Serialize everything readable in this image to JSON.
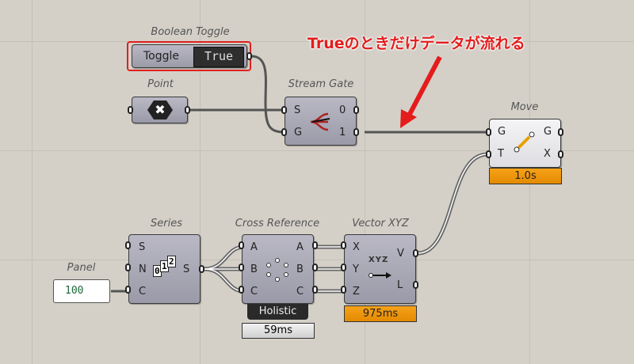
{
  "annotation": "Trueのときだけデータが流れる",
  "nodes": {
    "boolean_toggle": {
      "title": "Boolean Toggle",
      "label": "Toggle",
      "value": "True"
    },
    "point": {
      "title": "Point"
    },
    "stream_gate": {
      "title": "Stream Gate",
      "inputs": [
        "S",
        "G"
      ],
      "outputs": [
        "0",
        "1"
      ]
    },
    "move": {
      "title": "Move",
      "inputs": [
        "G",
        "T"
      ],
      "outputs": [
        "G",
        "X"
      ],
      "time": "1.0s"
    },
    "series": {
      "title": "Series",
      "inputs": [
        "S",
        "N",
        "C"
      ],
      "outputs": [
        "S"
      ]
    },
    "panel": {
      "title": "Panel",
      "value": "100"
    },
    "cross_reference": {
      "title": "Cross Reference",
      "inputs": [
        "A",
        "B",
        "C"
      ],
      "outputs": [
        "A",
        "B",
        "C"
      ],
      "mode": "Holistic",
      "time": "59ms"
    },
    "vector_xyz": {
      "title": "Vector XYZ",
      "inputs": [
        "X",
        "Y",
        "Z"
      ],
      "outputs": [
        "V",
        "L"
      ],
      "icon_text": "XYZ",
      "time": "975ms"
    }
  },
  "colors": {
    "annotation": "#e41c1c",
    "canvas": "#d4d0c8",
    "slow": "#f0960c"
  }
}
